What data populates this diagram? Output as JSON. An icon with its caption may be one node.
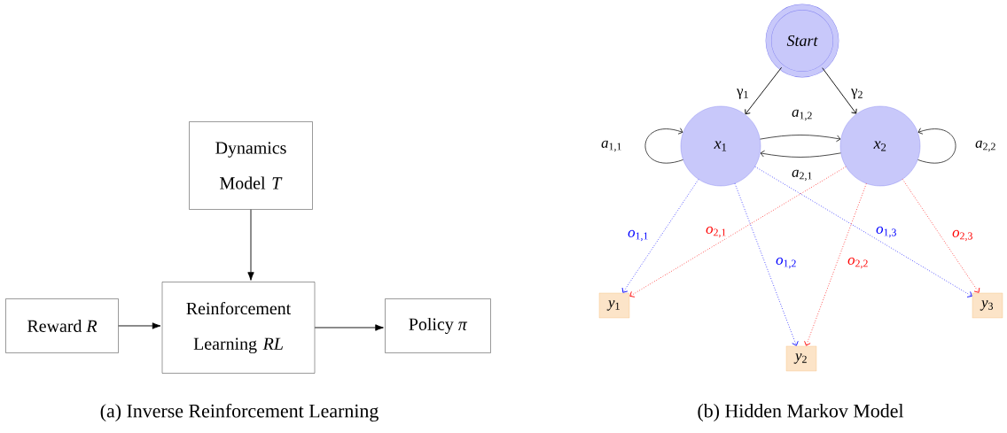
{
  "diagram": {
    "nodes": [
      {
        "text": [
          "Dynamics Model *T*"
        ]
      },
      {
        "text": [
          "Reinforcement Learning *RL*"
        ]
      },
      {
        "text": [
          "Reward *R*"
        ]
      },
      {
        "text": [
          "Policy *π*"
        ]
      },
      {
        "text": [
          "Start"
        ]
      },
      {
        "text": [
          "*x*$_{1}$"
        ]
      },
      {
        "text": [
          "*x*$_{2}$"
        ]
      },
      {
        "text": [
          "*y*$_{1}$"
        ]
      },
      {
        "text": [
          "*y*$_{2}$"
        ]
      },
      {
        "text": [
          "*y*$_{3}$"
        ]
      }
    ],
    "edges": [
      {
        "from": 0,
        "to": 1,
        "arrow": "to"
      },
      {
        "from": 2,
        "to": 1,
        "arrow": "to"
      },
      {
        "from": 1,
        "to": 3,
        "arrow": "to"
      },
      {
        "from": 4,
        "to": 5,
        "arrow": "to",
        "label": "γ$_{1}$"
      },
      {
        "from": 4,
        "to": 6,
        "arrow": "to",
        "label": "γ$_{2}$"
      },
      {
        "from": 5,
        "to": 5,
        "arrow": "to",
        "label": "*a*$_{1,1}$"
      },
      {
        "from": 5,
        "to": 6,
        "arrow": "to",
        "label": "*a*$_{1,2}$"
      },
      {
        "from": 6,
        "to": 5,
        "arrow": "to",
        "label": "*a*$_{2,1}$"
      },
      {
        "from": 6,
        "to": 6,
        "arrow": "to",
        "label": "*a*$_{2,2}$"
      },
      {
        "from": 5,
        "to": 7,
        "arrow": "to",
        "label": "*o*$_{1,1}$",
        "style": "dashed",
        "color": "#0000ff"
      },
      {
        "from": 5,
        "to": 8,
        "arrow": "to",
        "label": "*o*$_{1,2}$",
        "style": "dashed",
        "color": "#0000ff"
      },
      {
        "from": 5,
        "to": 9,
        "arrow": "to",
        "label": "*o*$_{1,3}$",
        "style": "dashed",
        "color": "#0000ff"
      },
      {
        "from": 6,
        "to": 7,
        "arrow": "to",
        "label": "*o*$_{2,1}$",
        "style": "dashed",
        "color": "#ff0000"
      },
      {
        "from": 6,
        "to": 8,
        "arrow": "to",
        "label": "*o*$_{2,2}$",
        "style": "dashed",
        "color": "#ff0000"
      },
      {
        "from": 6,
        "to": 9,
        "arrow": "to",
        "label": "*o*$_{2,3}$",
        "style": "dashed",
        "color": "#ff0000"
      }
    ],
    "labels": [
      "(a) Inverse Reinforcement Learning",
      "(b) Hidden Markov Model"
    ]
  }
}
